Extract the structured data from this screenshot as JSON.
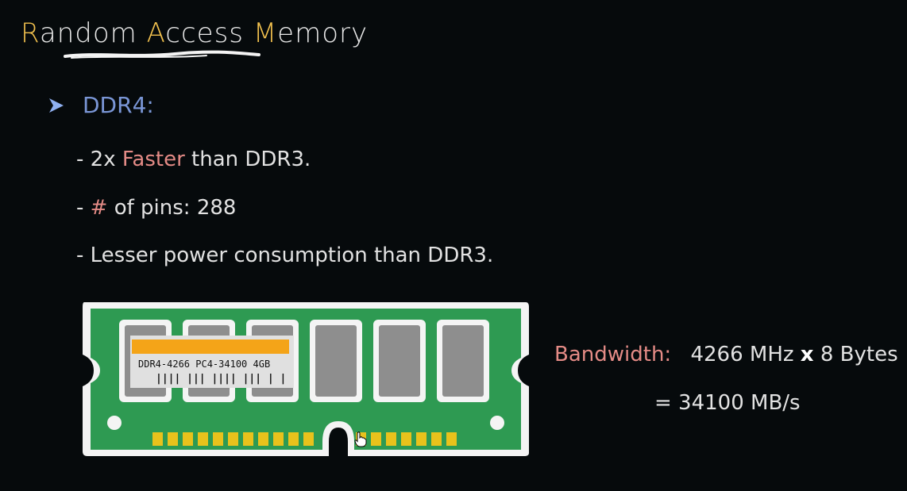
{
  "slide": {
    "title_parts": [
      {
        "text": "R",
        "highlight": true
      },
      {
        "text": "andom ",
        "highlight": false
      },
      {
        "text": "A",
        "highlight": true
      },
      {
        "text": "ccess ",
        "highlight": false
      },
      {
        "text": "M",
        "highlight": true
      },
      {
        "text": "emory",
        "highlight": false
      }
    ],
    "heading": "DDR4:",
    "bullets": {
      "b1": {
        "prefix": "- 2x ",
        "highlight": "Faster",
        "suffix": " than DDR3."
      },
      "b2": {
        "prefix": "- ",
        "highlight": "#",
        "suffix": " of pins: 288"
      },
      "b3": {
        "text": "- Lesser power consumption than DDR3."
      }
    },
    "ram_label": {
      "line1": "DDR4-4266  PC4-34100  4GB",
      "barcode": "|||| ||| |||| ||| | |"
    },
    "bandwidth": {
      "label": "Bandwidth:",
      "freq": "4266 MHz",
      "times": "x",
      "bytes": "8 Bytes",
      "result": "= 34100 MB/s"
    }
  },
  "colors": {
    "background": "#060a0c",
    "highlight_yellow": "#f2c14e",
    "heading_blue": "#7a96d6",
    "highlight_red": "#e48b86",
    "pcb_green": "#2e9a52",
    "chip_gray": "#8e8e8e",
    "label_orange": "#f4a418",
    "contact_gold": "#e8c21c"
  },
  "icons": {
    "bullet": "arrowhead-icon",
    "cursor": "hand-pointer-icon"
  }
}
